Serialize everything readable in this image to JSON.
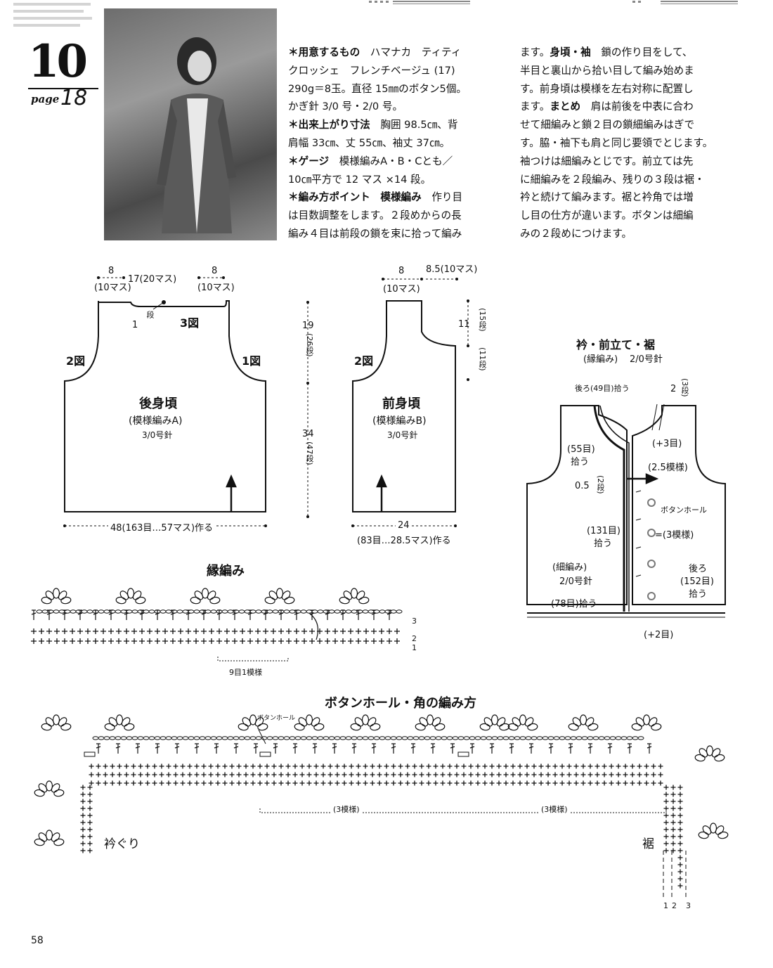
{
  "project": {
    "number": "10",
    "page_word": "page",
    "page_ref": "18"
  },
  "text_col1": [
    {
      "bold": "＊用意するもの",
      "rest": "　ハマナカ　ティティ"
    },
    {
      "bold": "",
      "rest": "クロッシェ　フレンチベージュ (17)"
    },
    {
      "bold": "",
      "rest": "290g＝8玉。直径 15㎜のボタン5個。"
    },
    {
      "bold": "",
      "rest": "かぎ針 3/0 号・2/0 号。"
    },
    {
      "bold": "＊出来上がり寸法",
      "rest": "　胸囲 98.5㎝、背"
    },
    {
      "bold": "",
      "rest": "肩幅 33㎝、丈 55㎝、袖丈 37㎝。"
    },
    {
      "bold": "＊ゲージ",
      "rest": "　模様編みA・B・Cとも／"
    },
    {
      "bold": "",
      "rest": "10㎝平方で 12 マス ×14 段。"
    },
    {
      "bold": "＊編み方ポイント　模様編み",
      "rest": "　作り目"
    },
    {
      "bold": "",
      "rest": "は目数調整をします。２段めからの長"
    },
    {
      "bold": "",
      "rest": "編み４目は前段の鎖を束に拾って編み"
    }
  ],
  "text_col2": [
    {
      "pre": "ます。",
      "bold": "身頃・袖",
      "rest": "　鎖の作り目をして、"
    },
    {
      "pre": "",
      "bold": "",
      "rest": "半目と裏山から拾い目して編み始めま"
    },
    {
      "pre": "",
      "bold": "",
      "rest": "す。前身頃は模様を左右対称に配置し"
    },
    {
      "pre": "ます。",
      "bold": "まとめ",
      "rest": "　肩は前後を中表に合わ"
    },
    {
      "pre": "",
      "bold": "",
      "rest": "せて細編みと鎖２目の鎖細編みはぎで"
    },
    {
      "pre": "",
      "bold": "",
      "rest": "す。脇・袖下も肩と同じ要領でとじます。"
    },
    {
      "pre": "",
      "bold": "",
      "rest": "袖つけは細編みとじです。前立ては先"
    },
    {
      "pre": "",
      "bold": "",
      "rest": "に細編みを２段編み、残りの３段は裾・"
    },
    {
      "pre": "",
      "bold": "",
      "rest": "衿と続けて編みます。裾と衿角では増"
    },
    {
      "pre": "",
      "bold": "",
      "rest": "し目の仕方が違います。ボタンは細編"
    },
    {
      "pre": "",
      "bold": "",
      "rest": "みの２段めにつけます。"
    }
  ],
  "back_body": {
    "dim_left": "8",
    "dim_left_sub": "(10マス)",
    "dim_center": "17(20マス)",
    "dim_right": "8",
    "dim_right_sub": "(10マス)",
    "neck_rows": "1",
    "neck_rows_unit": "段",
    "fig3": "3図",
    "fig2": "2図",
    "fig1": "1図",
    "title": "後身頃",
    "pattern": "(模様編みA)",
    "needle": "3/0号針",
    "width": "48(163目…57マス)作る"
  },
  "height": {
    "upper": "19",
    "upper_rows": "(26段)",
    "lower": "34",
    "lower_rows": "(47段)"
  },
  "front_body": {
    "dim_left": "8",
    "dim_left_sub": "(10マス)",
    "dim_right": "8.5(10マス)",
    "neck": "11",
    "neck_rows_a": "(15段)",
    "neck_rows_b": "(11段)",
    "fig2": "2図",
    "title": "前身頃",
    "pattern": "(模様編みB)",
    "needle": "3/0号針",
    "width": "24",
    "width_sub": "(83目…28.5マス)作る"
  },
  "border": {
    "title": "衿・前立て・裾",
    "subtitle": "(縁編み)",
    "needle": "2/0号針",
    "back_pick": "後ろ(49目)拾う",
    "rows_a": "2",
    "rows_a_unit": "(3段)",
    "pick55": "(55目)",
    "pick55b": "拾う",
    "plus3": "(+3目)",
    "repeat25": "(2.5模様)",
    "rows_b": "0.5",
    "rows_b_unit": "(2段)",
    "buttonhole": "ボタンホール",
    "buttonhole_eq": "=(3模様)",
    "pick131": "(131目)",
    "pick131b": "拾う",
    "sc": "(細編み)",
    "sc_needle": "2/0号針",
    "back152a": "後ろ",
    "back152b": "(152目)",
    "back152c": "拾う",
    "pick78": "(78目)拾う",
    "plus2": "(+2目)"
  },
  "edge_chart": {
    "title": "縁編み",
    "repeat": "9目1模様",
    "row3": "3",
    "row2": "2",
    "row1": "1"
  },
  "corner_chart": {
    "title": "ボタンホール・角の編み方",
    "buttonhole": "ボタンホール",
    "repeat1": "(3模様)",
    "repeat2": "(3模様)",
    "collar": "衿ぐり",
    "hem": "裾",
    "r1": "1",
    "r2": "2",
    "r3": "3"
  },
  "page_number": "58"
}
